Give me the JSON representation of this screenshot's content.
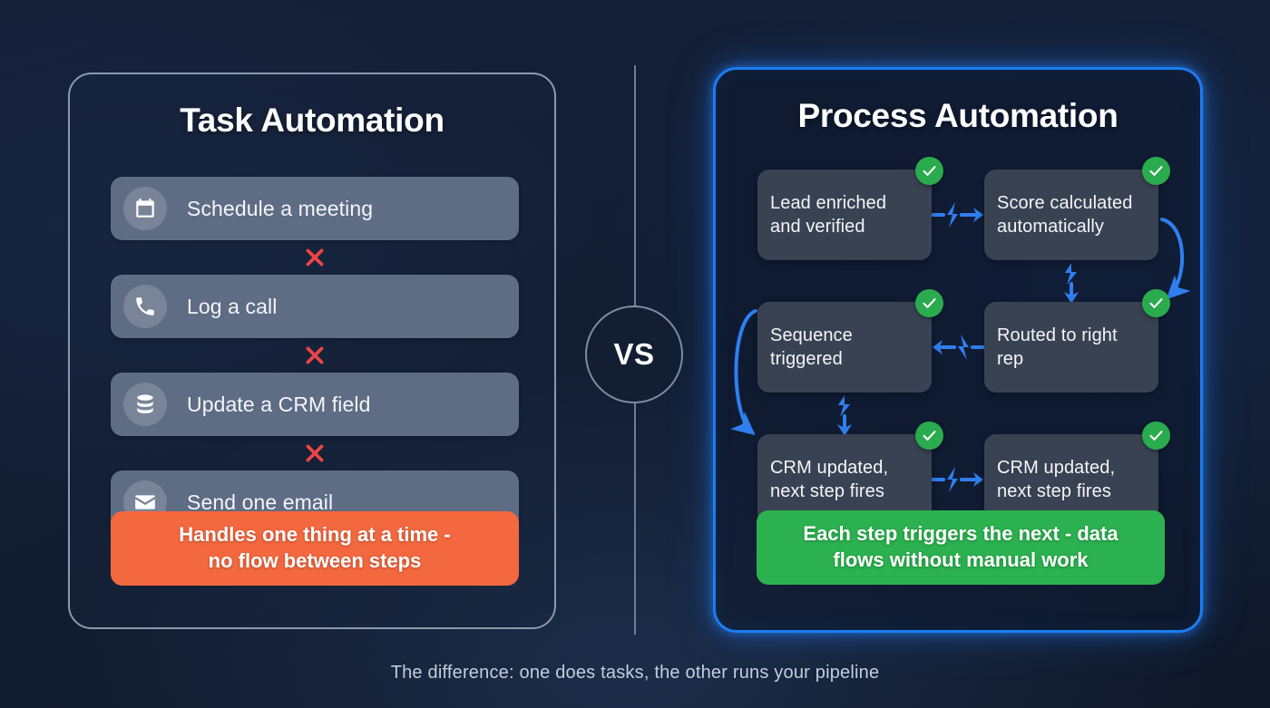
{
  "background_color": "#131e33",
  "left_panel": {
    "title": "Task Automation",
    "border_color": "#8b98ad",
    "tasks": [
      {
        "label": "Schedule a meeting",
        "icon": "calendar-icon"
      },
      {
        "label": "Log a call",
        "icon": "phone-icon"
      },
      {
        "label": "Update a CRM field",
        "icon": "database-icon"
      },
      {
        "label": "Send one email",
        "icon": "envelope-icon"
      }
    ],
    "separator_icon": "cross-icon",
    "separator_color": "#ef4444",
    "callout": {
      "line1": "Handles one thing at a time -",
      "line2": "no flow between steps",
      "color": "#f4683f"
    }
  },
  "vs_badge": {
    "label": "VS",
    "border_color": "#7d8ca3"
  },
  "right_panel": {
    "title": "Process Automation",
    "border_color": "#1b7df0",
    "glow_color": "#2882ff",
    "status_icon": "check-circle-icon",
    "status_color": "#2aab4e",
    "connector_icon": "lightning-arrow-icon",
    "connector_color": "#2f7ff0",
    "steps": [
      {
        "line1": "Lead enriched",
        "line2": "and verified"
      },
      {
        "line1": "Score calculated",
        "line2": "automatically"
      },
      {
        "line1": "Sequence",
        "line2": "triggered"
      },
      {
        "line1": "Routed to right",
        "line2": "rep"
      },
      {
        "line1": "CRM updated,",
        "line2": "next step fires"
      },
      {
        "line1": "CRM updated,",
        "line2": "next step fires"
      }
    ],
    "callout": {
      "line1": "Each step triggers the next - data",
      "line2": "flows without manual work",
      "color": "#2bb14f"
    }
  },
  "footer": {
    "caption": "The difference: one does tasks, the other runs your pipeline"
  }
}
